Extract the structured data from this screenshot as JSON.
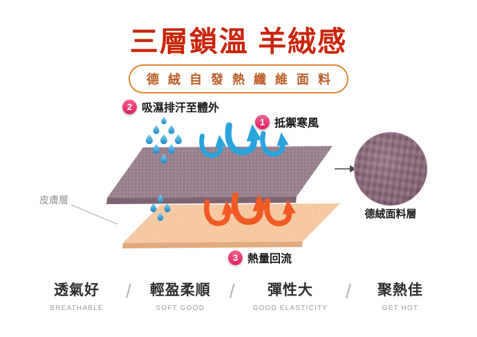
{
  "title": "三層鎖溫 羊絨感",
  "subtitle": "德絨自發熱纖維面料",
  "callouts": {
    "wind": {
      "num": "1",
      "label": "抵禦寒風"
    },
    "moisture": {
      "num": "2",
      "label": "吸濕排汗至體外"
    },
    "heat": {
      "num": "3",
      "label": "熱量回流"
    }
  },
  "layers": {
    "skin_label": "皮膚層",
    "fabric_label": "德絨面料層"
  },
  "features": [
    {
      "zh": "透氣好",
      "en": "BREATHABLE"
    },
    {
      "zh": "輕盈柔順",
      "en": "SOFT GOOD"
    },
    {
      "zh": "彈性大",
      "en": "GOOD ELASTICITY"
    },
    {
      "zh": "聚熱佳",
      "en": "GET HOT"
    }
  ],
  "features_separator": "/",
  "icons": {
    "droplets": "water-droplets-icon",
    "wind_arrows": "wind-bounce-arrows-icon",
    "heat_arrows": "heat-bounce-arrows-icon",
    "swatch_arrow": "swatch-pointer-arrow-icon"
  },
  "colors": {
    "title_red": "#c9250b",
    "pill_border_orange": "#e2852f",
    "pill_text_orange": "#bb5c26",
    "badge_pink": "#dc1f5e",
    "droplet_blue": "#2aa9e0",
    "wind_arrow_blue": "#29a4dd",
    "heat_arrow_orange": "#f15a24",
    "fabric_layer_purple": "#9c8492",
    "skin_layer_orange": "#f6caa3"
  }
}
